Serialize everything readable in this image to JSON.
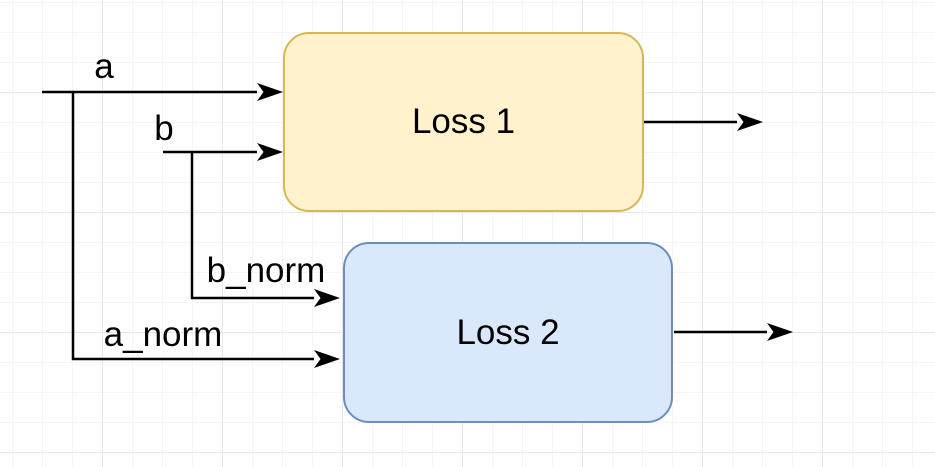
{
  "canvas": {
    "background": "#FFFFFF",
    "grid_minor_color": "#F5F5F5",
    "grid_major_color": "#E8E8E8"
  },
  "nodes": [
    {
      "label": "Loss 1",
      "fill": "#FFF2CC",
      "stroke": "#D6B656"
    },
    {
      "label": "Loss 2",
      "fill": "#DAE8FC",
      "stroke": "#6C8EBF"
    }
  ],
  "edges": [
    {
      "label": "a",
      "from": "input",
      "to": "Loss 1"
    },
    {
      "label": "b",
      "from": "input",
      "to": "Loss 1"
    },
    {
      "label": "b_norm",
      "from": "b branch",
      "to": "Loss 2"
    },
    {
      "label": "a_norm",
      "from": "a branch",
      "to": "Loss 2"
    },
    {
      "label": "",
      "from": "Loss 1",
      "to": "output"
    },
    {
      "label": "",
      "from": "Loss 2",
      "to": "output"
    }
  ],
  "edge_color": "#000000"
}
